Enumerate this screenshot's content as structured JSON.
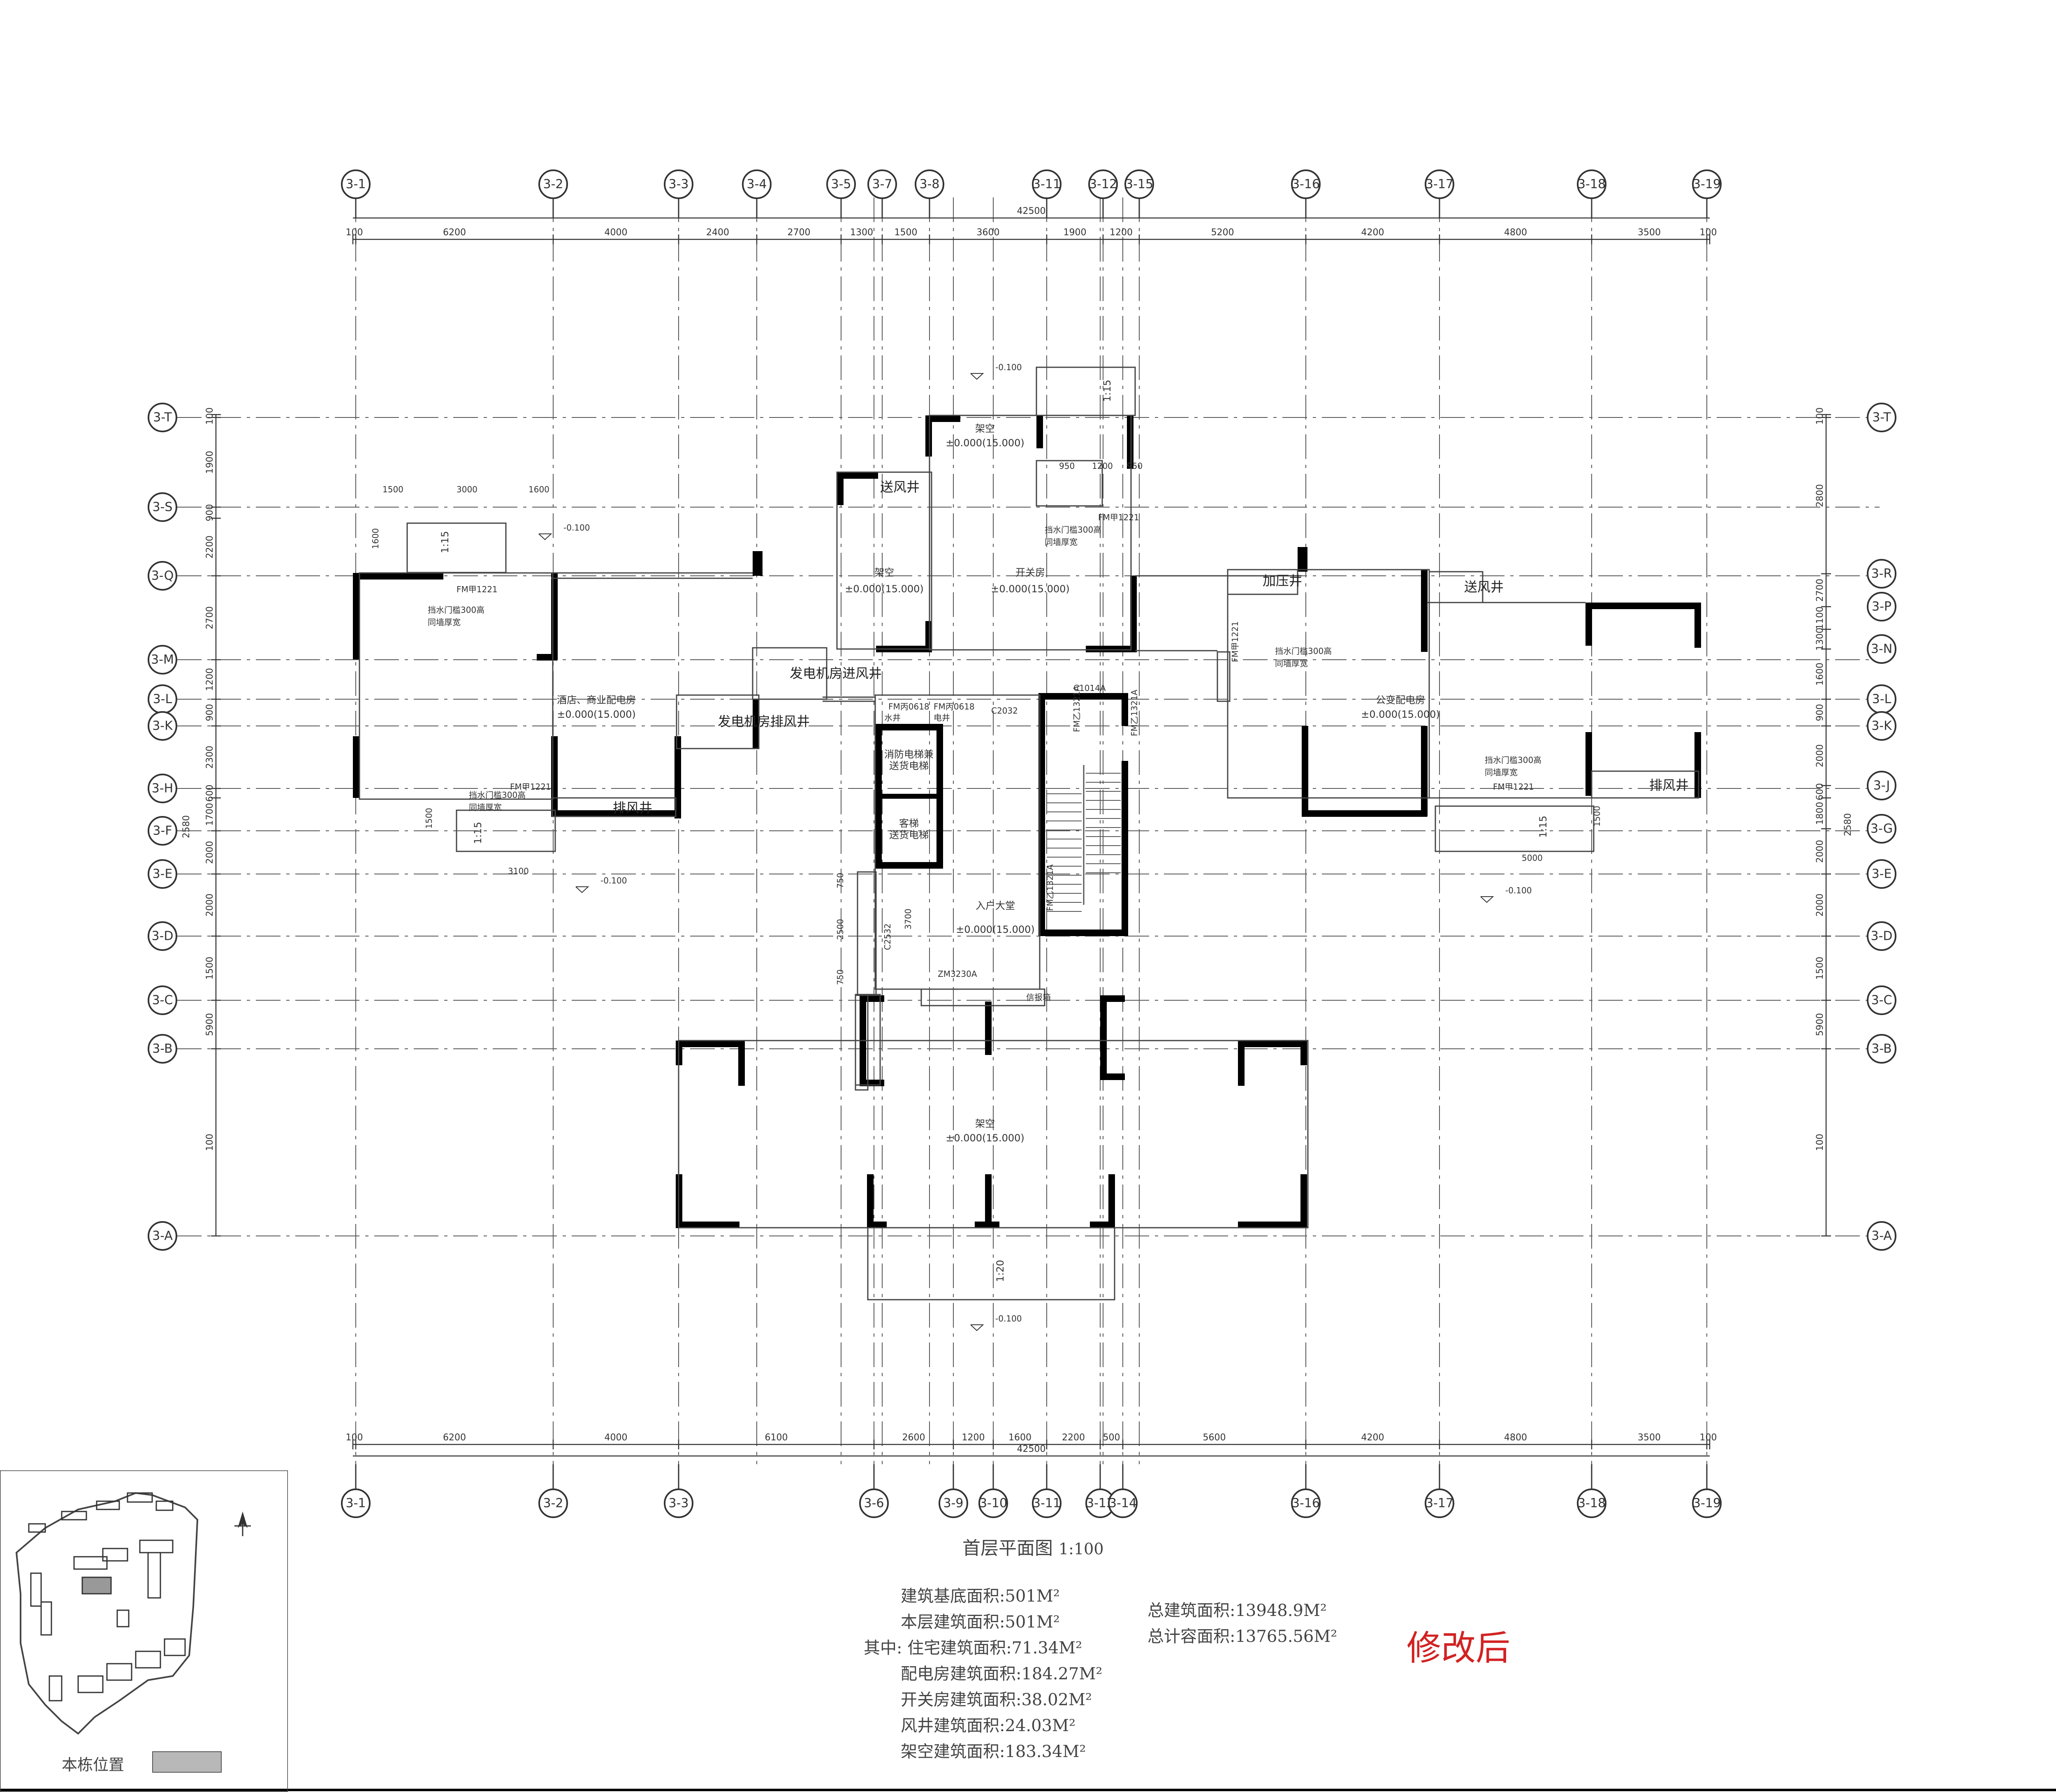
{
  "plan_title": "首层平面图",
  "plan_scale": "1:100",
  "revision_note": "修改后",
  "keyplan_label": "本栋位置",
  "axes_top": [
    "3-1",
    "3-2",
    "3-3",
    "3-4",
    "3-5",
    "3-7",
    "3-8",
    "3-11",
    "3-12",
    "3-15",
    "3-16",
    "3-17",
    "3-18",
    "3-19"
  ],
  "axes_bottom": [
    "3-1",
    "3-2",
    "3-3",
    "3-6",
    "3-9",
    "3-10",
    "3-11",
    "3-13",
    "3-14",
    "3-16",
    "3-17",
    "3-18",
    "3-19"
  ],
  "axes_left": [
    "3-T",
    "3-S",
    "3-Q",
    "3-M",
    "3-L",
    "3-K",
    "3-H",
    "3-F",
    "3-E",
    "3-D",
    "3-C",
    "3-B",
    "3-A"
  ],
  "axes_right": [
    "3-T",
    "3-R",
    "3-P",
    "3-N",
    "3-L",
    "3-K",
    "3-J",
    "3-G",
    "3-E",
    "3-D",
    "3-C",
    "3-B",
    "3-A"
  ],
  "dims_top_total": "42500",
  "dims_top": [
    "100",
    "6200",
    "4000",
    "2400",
    "2700",
    "1300",
    "1500",
    "3600",
    "1900",
    "1200",
    "5200",
    "4200",
    "4800",
    "3500",
    "100"
  ],
  "dims_bottom_total": "42500",
  "dims_bottom": [
    "100",
    "6200",
    "4000",
    "6100",
    "2600",
    "1200",
    "1600",
    "2200",
    "500",
    "5600",
    "4200",
    "4800",
    "3500",
    "100"
  ],
  "dims_left": [
    "100",
    "1900",
    "900",
    "2200",
    "2700",
    "1200",
    "900",
    "2300",
    "600",
    "1700",
    "2000",
    "2000",
    "1500",
    "5900",
    "100"
  ],
  "dims_left_extra": "2580",
  "dims_right": [
    "100",
    "2800",
    "2700",
    "1100",
    "1300",
    "1600",
    "900",
    "2000",
    "600",
    "1800",
    "2000",
    "2000",
    "1500",
    "5900",
    "100"
  ],
  "dims_right_extra": "2580",
  "rooms": {
    "left_substation": "酒店、商业配电房",
    "left_substation_level": "±0.000(15.000)",
    "right_substation": "公变配电房",
    "right_substation_level": "±0.000(15.000)",
    "switch_room": "开关房",
    "switch_room_level": "±0.000(15.000)",
    "void_top": "架空",
    "void_top_level": "±0.000(15.000)",
    "void_mid": "架空",
    "void_mid_level": "±0.000(15.000)",
    "void_bottom": "架空",
    "void_bottom_level": "±0.000(15.000)",
    "lobby": "入户大堂",
    "lobby_level": "±0.000(15.000)",
    "supply_shaft_left": "送风井",
    "supply_shaft_right": "送风井",
    "pressure_shaft": "加压井",
    "exhaust_shaft_left": "排风井",
    "exhaust_shaft_right": "排风井",
    "gen_supply": "发电机房进风井",
    "gen_exhaust": "发电机房排风井",
    "elevator_1": "消防电梯兼",
    "elevator_1b": "送货电梯",
    "elevator_2": "客梯",
    "elevator_2b": "送货电梯",
    "mailbox": "信报箱",
    "water_shaft": "水井",
    "elec_shaft": "电井",
    "flood_note": "挡水门槛300高",
    "flood_note2": "同墙厚宽"
  },
  "door_codes": [
    "FM甲1221",
    "FM甲1221",
    "FM甲1221",
    "FM甲1221",
    "FM甲1221",
    "FM丙0618",
    "FM丙0618",
    "C1014A",
    "C2032",
    "FM乙1321A",
    "FM乙1321A",
    "FM乙1321A",
    "ZM3230A",
    "C2532"
  ],
  "levels": [
    "-0.100",
    "-0.100",
    "-0.100",
    "-0.100",
    "-0.100"
  ],
  "ramps": [
    "1:15",
    "1:15",
    "1:15",
    "1:15",
    "1:20"
  ],
  "ramp_dims": [
    "1500",
    "3000",
    "1600",
    "1600",
    "3100",
    "5000",
    "1500",
    "1500",
    "950",
    "1200",
    "950",
    "750",
    "2500",
    "750",
    "3700"
  ],
  "areas": [
    {
      "label": "建筑基底面积:",
      "value": "501M²"
    },
    {
      "label": "本层建筑面积:",
      "value": "501M²"
    },
    {
      "label": "其中: 住宅建筑面积:",
      "value": "71.34M²"
    },
    {
      "label": "配电房建筑面积:",
      "value": "184.27M²"
    },
    {
      "label": "开关房建筑面积:",
      "value": "38.02M²"
    },
    {
      "label": "风井建筑面积:",
      "value": "24.03M²"
    },
    {
      "label": "架空建筑面积:",
      "value": "183.34M²"
    }
  ],
  "totals": [
    {
      "label": "总建筑面积:",
      "value": "13948.9M²"
    },
    {
      "label": "总计容面积:",
      "value": "13765.56M²"
    }
  ]
}
